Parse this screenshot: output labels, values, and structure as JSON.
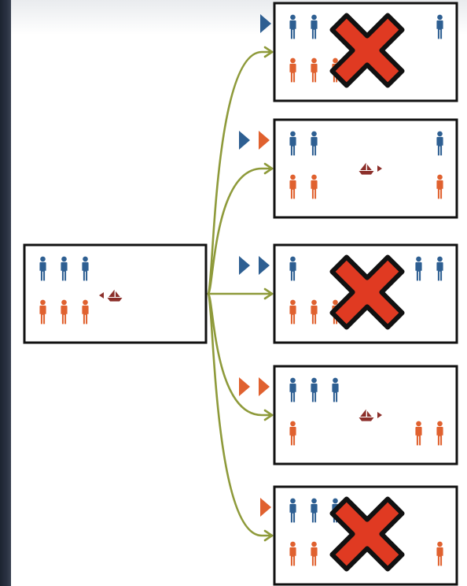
{
  "colors": {
    "missionary": "#2e5f92",
    "cannibal": "#e0612f",
    "arrow": "#8e9a3a",
    "boat": "#8c2f2a",
    "cross_fill": "#e03a22",
    "cross_stroke": "#111111",
    "box_border": "#111111"
  },
  "icons": {
    "missionary": "person-blue-icon",
    "cannibal": "person-orange-icon",
    "boat": "sailboat-icon",
    "move": "triangle-flag-icon",
    "invalid": "red-cross-icon"
  },
  "start_state": {
    "left_bank": {
      "missionaries": 3,
      "cannibals": 3
    },
    "right_bank": {
      "missionaries": 0,
      "cannibals": 0
    },
    "boat": "left"
  },
  "transitions": [
    {
      "move": [
        "missionary"
      ],
      "result": {
        "left_bank": {
          "missionaries": 2,
          "cannibals": 3
        },
        "right_bank": {
          "missionaries": 1,
          "cannibals": 0
        },
        "boat": "right"
      },
      "invalid": true
    },
    {
      "move": [
        "missionary",
        "cannibal"
      ],
      "result": {
        "left_bank": {
          "missionaries": 2,
          "cannibals": 2
        },
        "right_bank": {
          "missionaries": 1,
          "cannibals": 1
        },
        "boat": "right"
      },
      "invalid": false
    },
    {
      "move": [
        "missionary",
        "missionary"
      ],
      "result": {
        "left_bank": {
          "missionaries": 1,
          "cannibals": 3
        },
        "right_bank": {
          "missionaries": 2,
          "cannibals": 0
        },
        "boat": "right"
      },
      "invalid": true
    },
    {
      "move": [
        "cannibal",
        "cannibal"
      ],
      "result": {
        "left_bank": {
          "missionaries": 3,
          "cannibals": 1
        },
        "right_bank": {
          "missionaries": 0,
          "cannibals": 2
        },
        "boat": "right"
      },
      "invalid": false
    },
    {
      "move": [
        "cannibal"
      ],
      "result": {
        "left_bank": {
          "missionaries": 3,
          "cannibals": 2
        },
        "right_bank": {
          "missionaries": 0,
          "cannibals": 1
        },
        "boat": "right"
      },
      "invalid": true
    }
  ]
}
